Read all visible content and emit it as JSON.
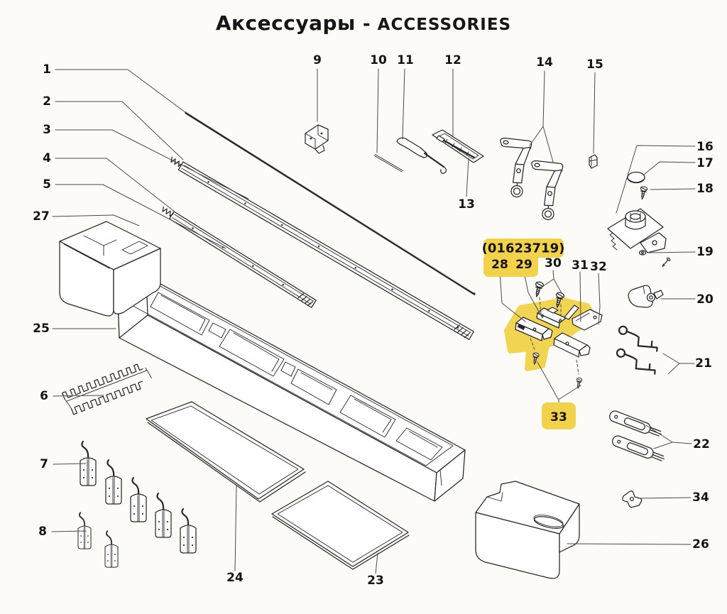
{
  "title": {
    "ru": "Аксессуары",
    "dash": "-",
    "en": "ACCESSORIES"
  },
  "highlight": {
    "part_code": "(01623719)",
    "color": "#f2d24b",
    "highlighted_callouts": [
      "28",
      "29",
      "33"
    ]
  },
  "callouts": {
    "n1": "1",
    "n2": "2",
    "n3": "3",
    "n4": "4",
    "n5": "5",
    "n6": "6",
    "n7": "7",
    "n8": "8",
    "n9": "9",
    "n10": "10",
    "n11": "11",
    "n12": "12",
    "n13": "13",
    "n14": "14",
    "n15": "15",
    "n16": "16",
    "n17": "17",
    "n18": "18",
    "n19": "19",
    "n20": "20",
    "n21": "21",
    "n22": "22",
    "n23": "23",
    "n24": "24",
    "n25": "25",
    "n26": "26",
    "n27": "27",
    "n28": "28",
    "n29": "29",
    "n30": "30",
    "n31": "31",
    "n32": "32",
    "n33": "33",
    "n34": "34"
  },
  "colors": {
    "background": "#fcfbf7",
    "line": "#262626",
    "leader": "#4a4a4a",
    "label_text": "#141414"
  }
}
